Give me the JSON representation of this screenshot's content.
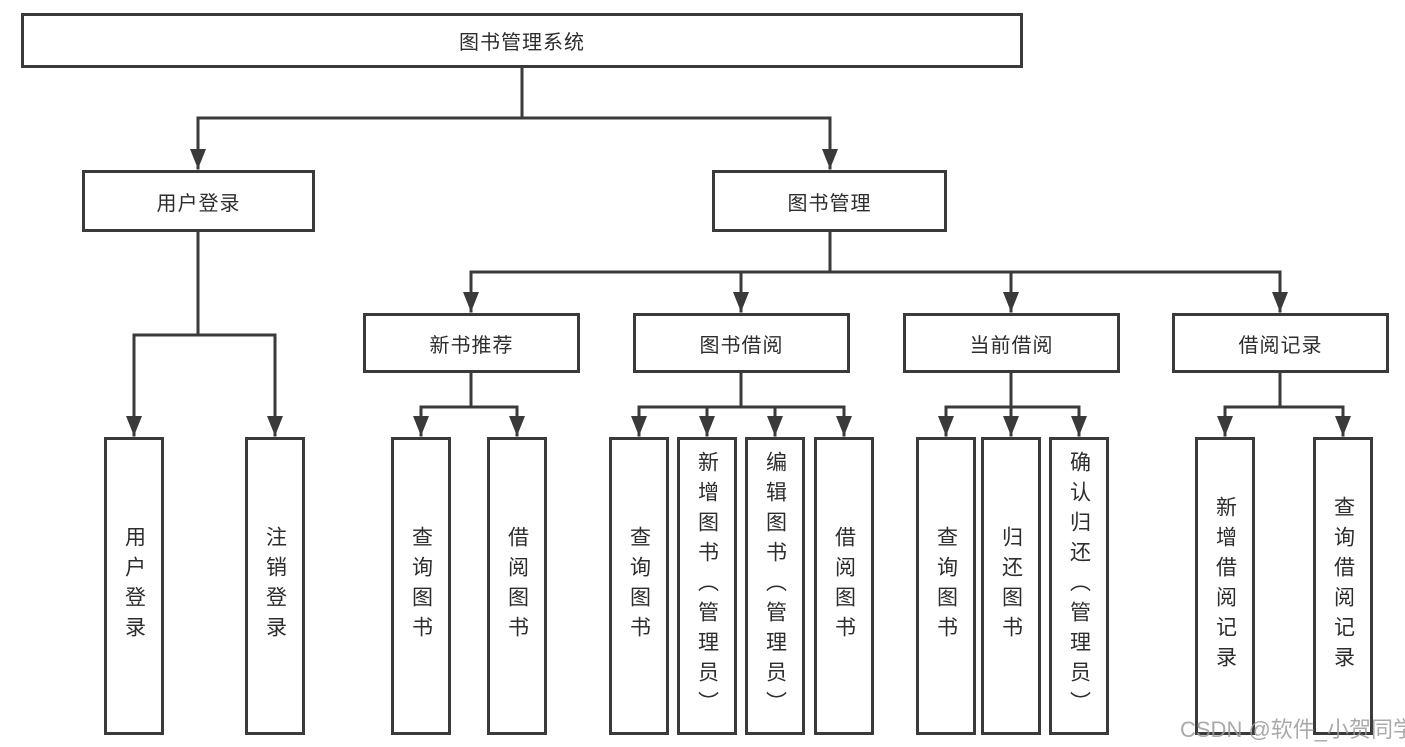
{
  "diagram": {
    "root": {
      "label": "图书管理系统"
    },
    "level2": [
      {
        "label": "用户登录"
      },
      {
        "label": "图书管理"
      }
    ],
    "level3": [
      {
        "label": "新书推荐"
      },
      {
        "label": "图书借阅"
      },
      {
        "label": "当前借阅"
      },
      {
        "label": "借阅记录"
      }
    ],
    "leaves": [
      {
        "label": "用户登录"
      },
      {
        "label": "注销登录"
      },
      {
        "label": "查询图书"
      },
      {
        "label": "借阅图书"
      },
      {
        "label": "查询图书"
      },
      {
        "label": "新增图书（管理员）"
      },
      {
        "label": "编辑图书（管理员）"
      },
      {
        "label": "借阅图书"
      },
      {
        "label": "查询图书"
      },
      {
        "label": "归还图书"
      },
      {
        "label": "确认归还（管理员）"
      },
      {
        "label": "新增借阅记录"
      },
      {
        "label": "查询借阅记录"
      }
    ]
  },
  "watermark": {
    "text": "CSDN @软件_小贺同学"
  },
  "colors": {
    "line": "#3a3a3a",
    "text": "#2d2d2d",
    "background": "#ffffff",
    "watermark": "#9b9b9b"
  }
}
